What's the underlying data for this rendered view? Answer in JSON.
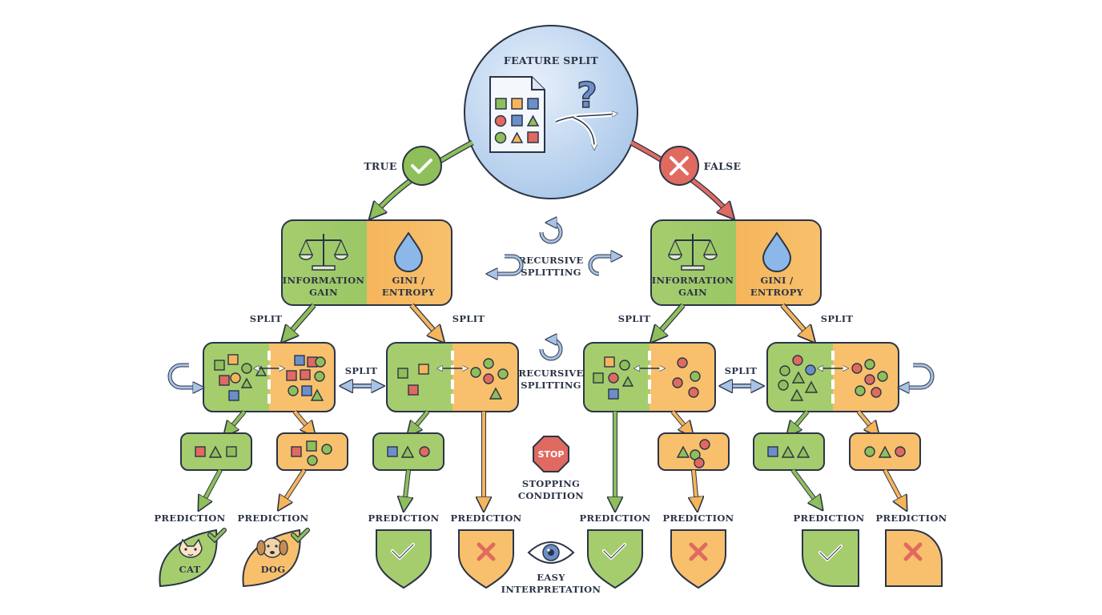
{
  "root": {
    "title": "FEATURE SPLIT"
  },
  "branches": {
    "true_label": "TRUE",
    "false_label": "FALSE"
  },
  "criteria": {
    "left_label_1": "INFORMATION",
    "left_label_2": "GAIN",
    "right_label_1": "GINI /",
    "right_label_2": "ENTROPY"
  },
  "recursive": {
    "label_1": "RECURSIVE",
    "label_2": "SPLITTING"
  },
  "split_label": "SPLIT",
  "stop": {
    "sign": "STOP",
    "label_1": "STOPPING",
    "label_2": "CONDITION"
  },
  "prediction_label": "PREDICTION",
  "leaves": {
    "cat": "CAT",
    "dog": "DOG"
  },
  "easy": {
    "label_1": "EASY",
    "label_2": "INTERPRETATION"
  },
  "colors": {
    "green": "#8fbf5a",
    "green_light": "#b3d47f",
    "orange": "#f6b55b",
    "orange_light": "#f9cb82",
    "red": "#e06a60",
    "blue": "#6b8fc9",
    "outline": "#2b3447"
  }
}
